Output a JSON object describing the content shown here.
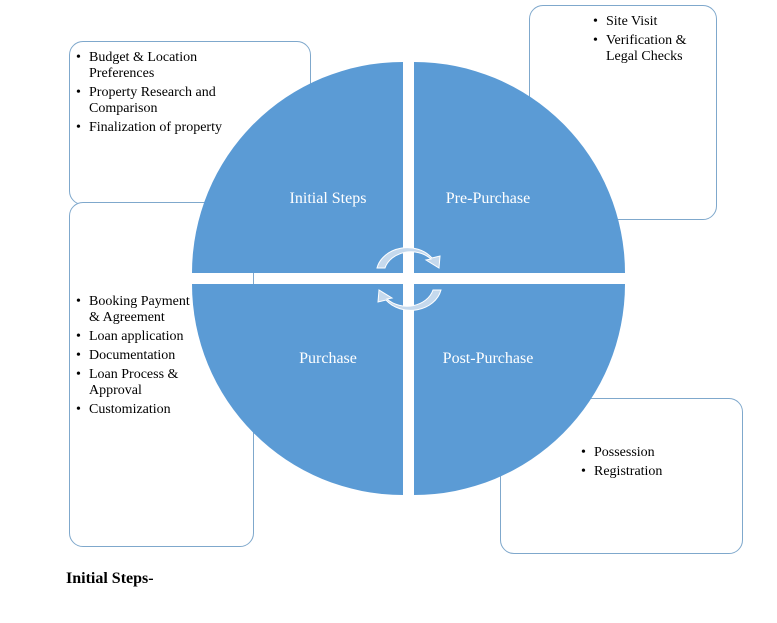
{
  "quadrants": {
    "initial": {
      "label": "Initial Steps",
      "items": [
        "Budget & Location Preferences",
        "Property Research and Comparison",
        "Finalization of property"
      ]
    },
    "pre_purchase": {
      "label": "Pre-Purchase",
      "items": [
        "Site Visit",
        "Verification & Legal Checks"
      ]
    },
    "purchase": {
      "label": "Purchase",
      "items": [
        "Booking Payment & Agreement",
        "Loan application",
        "Documentation",
        "Loan Process & Approval",
        "Customization"
      ]
    },
    "post_purchase": {
      "label": "Post-Purchase",
      "items": [
        "Possession",
        "Registration"
      ]
    }
  },
  "footer": {
    "heading": "Initial Steps-"
  },
  "colors": {
    "quadrant_fill": "#5b9bd5",
    "box_border": "#7fa8cc",
    "arrow_fill": "#c5d9ed"
  },
  "icons": {
    "center": "circular-arrows-icon"
  }
}
